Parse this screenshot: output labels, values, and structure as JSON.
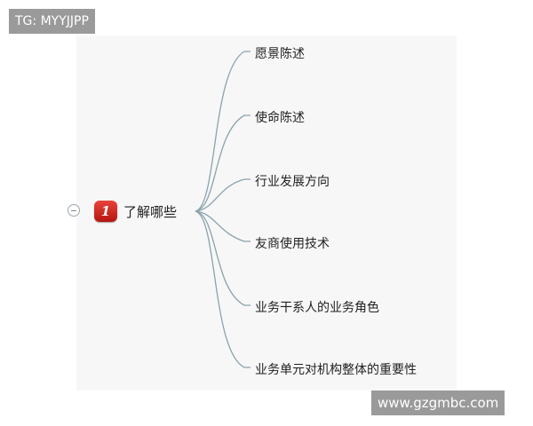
{
  "watermarks": {
    "top": "TG: MYYJJPP",
    "bottom": "www.gzgmbc.com"
  },
  "mindmap": {
    "root": {
      "badge_number": "1",
      "label": "了解哪些"
    },
    "branches": [
      "愿景陈述",
      "使命陈述",
      "行业发展方向",
      "友商使用技术",
      "业务干系人的业务角色",
      "业务单元对机构整体的重要性"
    ],
    "colors": {
      "badge": "#d32a22",
      "connector": "#8aa3ad"
    }
  }
}
